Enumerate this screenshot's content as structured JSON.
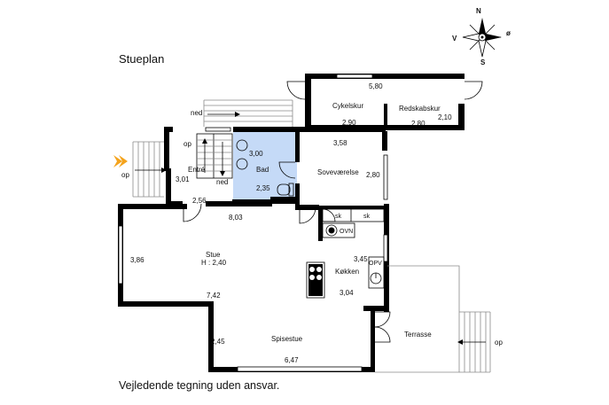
{
  "title": "Stueplan",
  "footer": "Vejledende tegning uden ansvar.",
  "compass": {
    "n": "N",
    "s": "S",
    "v": "V",
    "o": "ø"
  },
  "colors": {
    "wall": "#000000",
    "bath_fill": "#c5daf7",
    "arrow": "#f4a31c"
  },
  "rooms": {
    "entre": {
      "name": "Entré",
      "width": "3,01",
      "depth": "2,56"
    },
    "bad": {
      "name": "Bad",
      "width": "3,00",
      "depth": "2,35"
    },
    "sovevaerelse": {
      "name": "Soveværelse",
      "width": "3,58",
      "depth": "2,80"
    },
    "cykelskur": {
      "name": "Cykelskur",
      "width": "2,90"
    },
    "redskabskur": {
      "name": "Redskabskur",
      "width": "2,80",
      "depth": "2,10"
    },
    "skur_total": "5,80",
    "stue": {
      "name": "Stue",
      "height": "H : 2,40",
      "width": "8,03",
      "depth": "3,86",
      "depth2": "7,42"
    },
    "kokken": {
      "name": "Køkken",
      "width": "3,04",
      "depth": "3,45"
    },
    "spisestue": {
      "name": "Spisestue",
      "width": "6,47",
      "depth": "2,45"
    },
    "terrasse": {
      "name": "Terrasse"
    }
  },
  "labels": {
    "op_entrance": "op",
    "op_stair": "op",
    "ned_top": "ned",
    "ned_stair": "ned",
    "op_terrace": "op",
    "sk1": "sk",
    "sk2": "sk",
    "ovn": "OVN",
    "opv": "OPV"
  }
}
